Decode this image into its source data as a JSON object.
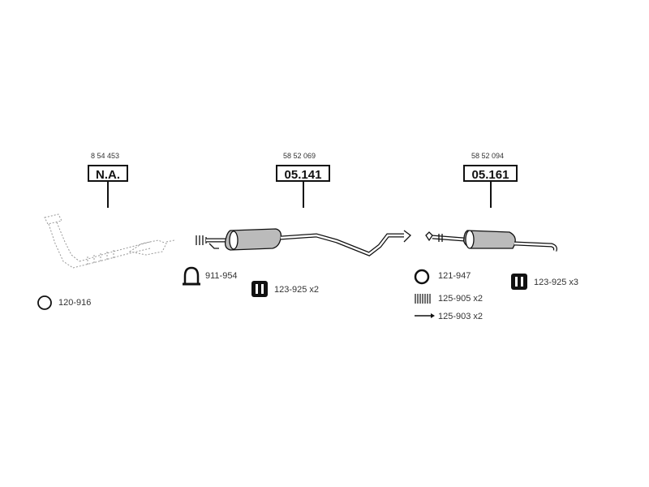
{
  "components": [
    {
      "ref": "8 54 453",
      "code": "N.A."
    },
    {
      "ref": "58 52 069",
      "code": "05.141"
    },
    {
      "ref": "58 52 094",
      "code": "05.161"
    }
  ],
  "parts": {
    "ring_front": "120-916",
    "clamp_mid": "911-954",
    "hanger_mid": "123-925 x2",
    "ring_rear": "121-947",
    "spring_rear": "125-905 x2",
    "bolt_rear": "125-903 x2",
    "hanger_rear": "123-925 x3"
  },
  "icons": [
    "ring-icon",
    "clamp-icon",
    "rubber-hanger-icon",
    "spring-icon",
    "bolt-icon"
  ],
  "colors": {
    "ink": "#111111",
    "part_fill": "#bbbbbb",
    "ghost": "#999999"
  }
}
